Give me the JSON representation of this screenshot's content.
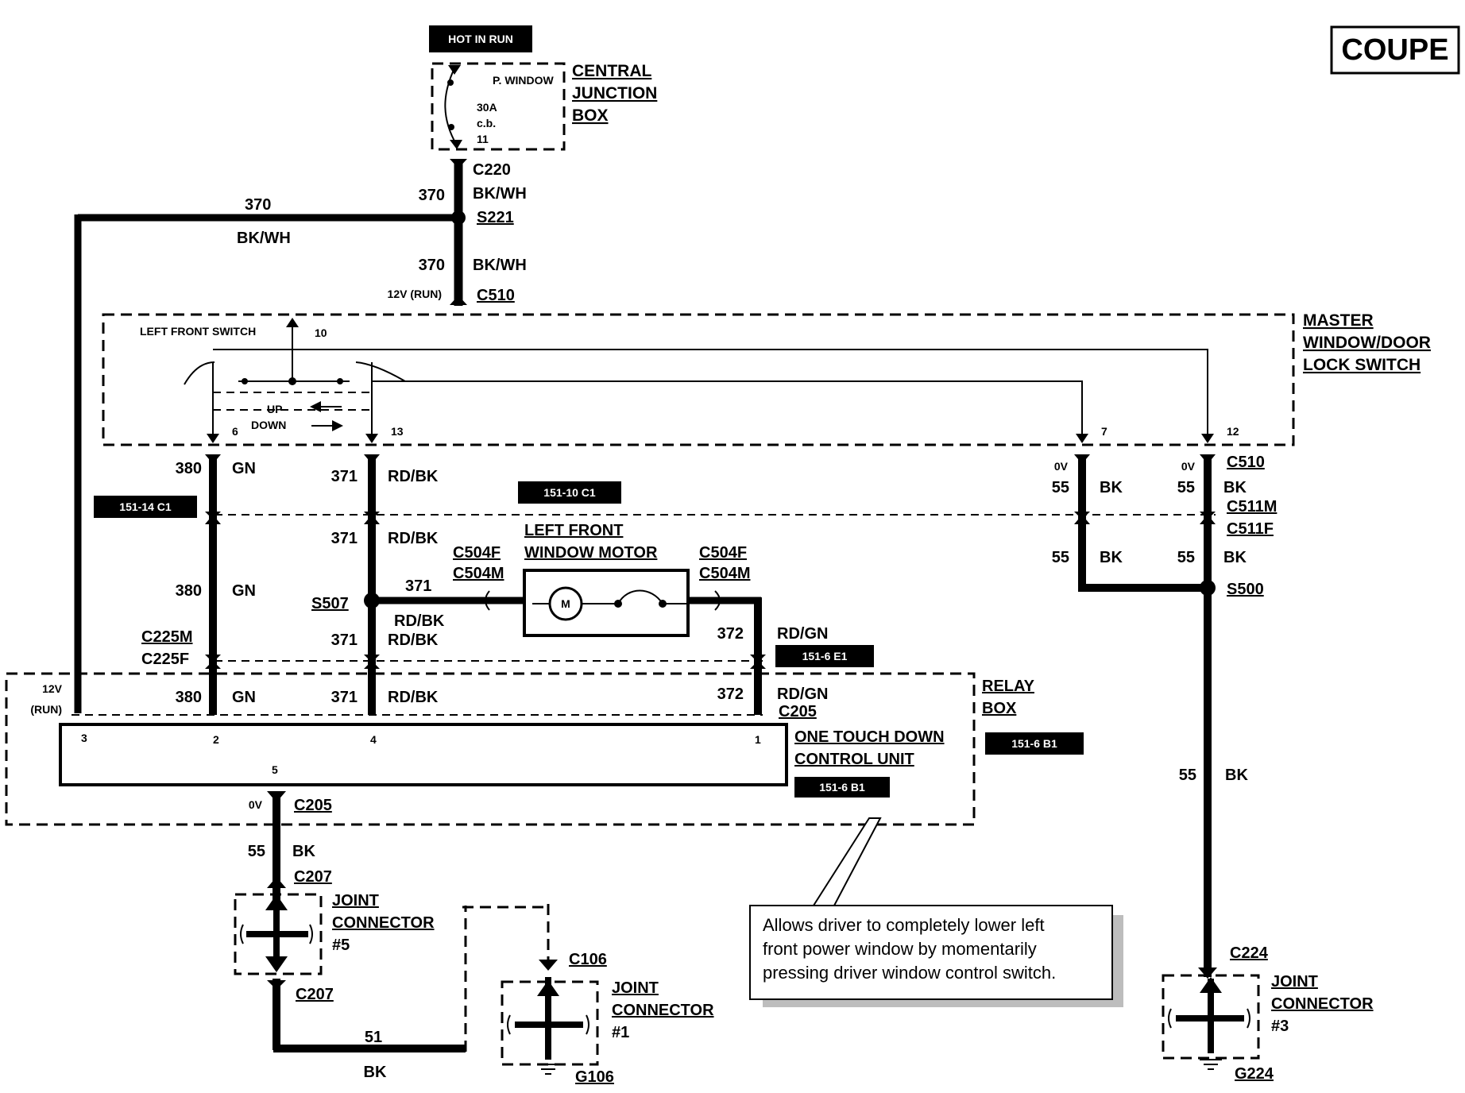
{
  "badge": "COUPE",
  "hot_in_run": "HOT IN RUN",
  "central_junction_box": {
    "line1": "CENTRAL",
    "line2": "JUNCTION",
    "line3": "BOX",
    "breaker_name": "P. WINDOW",
    "breaker_rating": "30A",
    "breaker_type": "c.b.",
    "breaker_pin": "11"
  },
  "master_switch": {
    "line1": "MASTER",
    "line2": "WINDOW/DOOR",
    "line3": "LOCK SWITCH",
    "left_front_switch": "LEFT FRONT SWITCH",
    "pin_10": "10",
    "up": "UP",
    "down": "DOWN",
    "pin_6": "6",
    "pin_13": "13",
    "pin_7": "7",
    "pin_12": "12"
  },
  "relay_box": {
    "line1": "RELAY",
    "line2": "BOX",
    "power_label": "12V",
    "power_label2": "(RUN)",
    "ref": "151-6 B1"
  },
  "control_unit": {
    "line1": "ONE TOUCH DOWN",
    "line2": "CONTROL UNIT",
    "ref": "151-6 B1",
    "pin_3": "3",
    "pin_2": "2",
    "pin_4": "4",
    "pin_1": "1",
    "pin_5": "5"
  },
  "motor": {
    "line1": "LEFT FRONT",
    "line2": "WINDOW MOTOR",
    "symbol": "M"
  },
  "refs": {
    "r_151_14_c1": "151-14 C1",
    "r_151_10_c1": "151-10 C1",
    "r_151_6_e1": "151-6 E1"
  },
  "wires": {
    "w370": "370",
    "bk_wh": "BK/WH",
    "w380": "380",
    "gn": "GN",
    "w371": "371",
    "rd_bk": "RD/BK",
    "w372": "372",
    "rd_gn": "RD/GN",
    "w55": "55",
    "bk": "BK",
    "w51": "51",
    "zero_v": "0V",
    "twelve_v_run": "12V (RUN)"
  },
  "connectors": {
    "c220": "C220",
    "s221": "S221",
    "c510": "C510",
    "c511m": "C511M",
    "c511f": "C511F",
    "s500": "S500",
    "s507": "S507",
    "c504f": "C504F",
    "c504m": "C504M",
    "c225m": "C225M",
    "c225f": "C225F",
    "c205": "C205",
    "c207": "C207",
    "c106": "C106",
    "g106": "G106",
    "c224": "C224",
    "g224": "G224"
  },
  "joint_connectors": {
    "joint": "JOINT",
    "connector": "CONNECTOR",
    "n5": "#5",
    "n1": "#1",
    "n3": "#3"
  },
  "note": {
    "line1": "Allows driver to completely lower left",
    "line2": "front power window by momentarily",
    "line3": "pressing driver window control switch."
  }
}
